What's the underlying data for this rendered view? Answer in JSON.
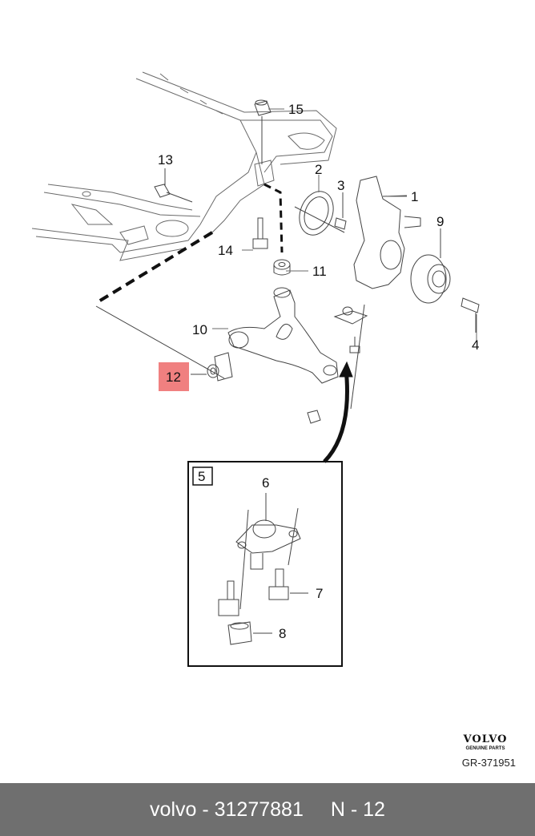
{
  "callouts": {
    "c1": "1",
    "c2": "2",
    "c3": "3",
    "c4": "4",
    "c5": "5",
    "c6": "6",
    "c7": "7",
    "c8": "8",
    "c9": "9",
    "c10": "10",
    "c11": "11",
    "c12": "12",
    "c13": "13",
    "c14": "14",
    "c15": "15"
  },
  "highlight_color": "#f08080",
  "logo": {
    "brand": "VOLVO",
    "tagline": "GENUINE PARTS"
  },
  "reference_code": "GR-371951",
  "footer": {
    "brand_part": "volvo - 31277881",
    "position": "N - 12"
  }
}
